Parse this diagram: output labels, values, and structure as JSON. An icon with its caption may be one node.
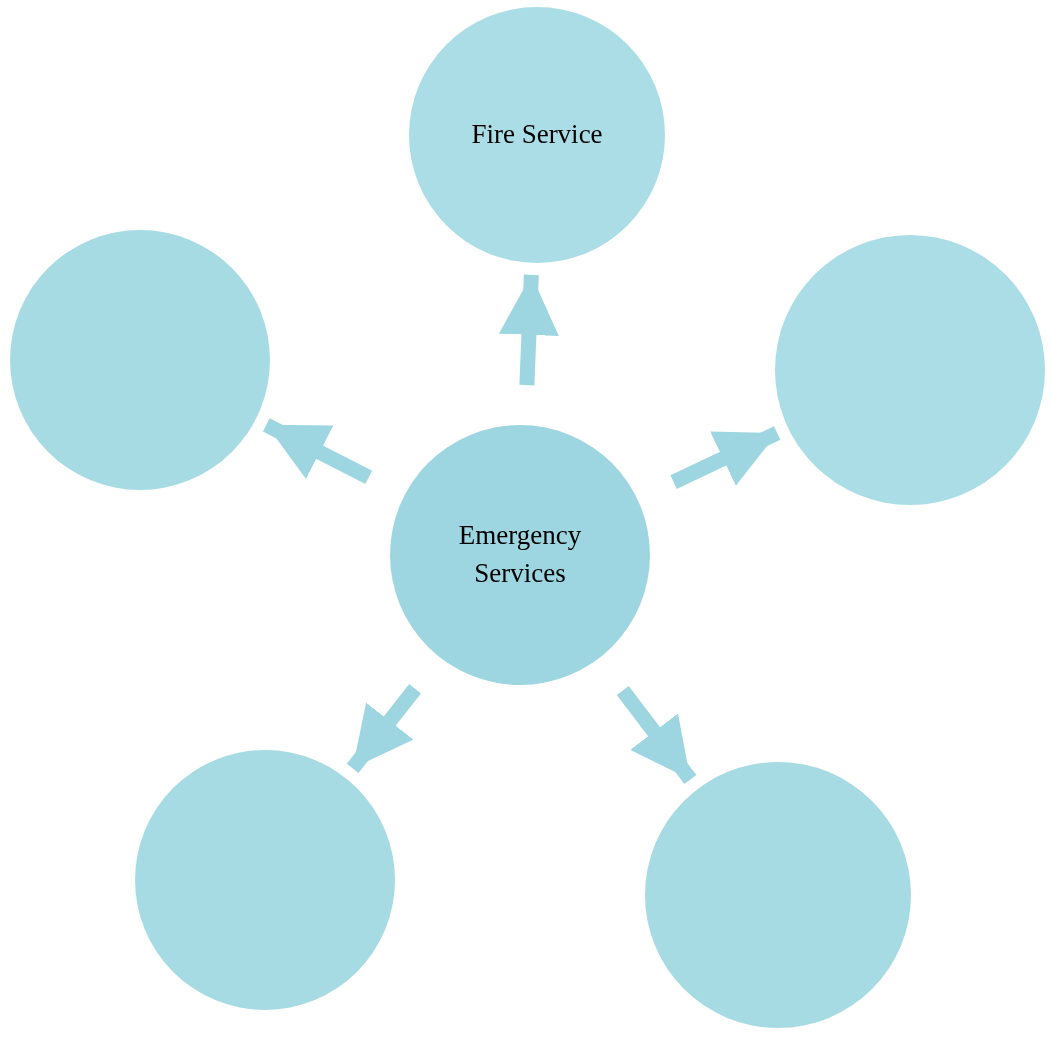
{
  "diagram": {
    "nodes": [
      {
        "text": [
          "Fire Service"
        ]
      },
      {
        "text": [],
        "shape": "circle"
      },
      {
        "text": [],
        "shape": "circle"
      },
      {
        "text": [
          "Emergency Services"
        ]
      },
      {
        "text": [],
        "shape": "circle"
      },
      {
        "text": [],
        "shape": "circle"
      }
    ],
    "edges": [
      {
        "from": 3,
        "to": 0,
        "arrow": "to"
      },
      {
        "from": 3,
        "to": 1,
        "arrow": "to"
      },
      {
        "from": 3,
        "to": 2,
        "arrow": "to"
      },
      {
        "from": 3,
        "to": 4,
        "arrow": "to"
      },
      {
        "from": 3,
        "to": 5,
        "arrow": "to"
      }
    ]
  }
}
